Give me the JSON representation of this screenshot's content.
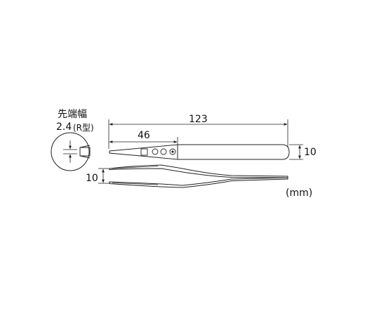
{
  "labels": {
    "tip_width_title": "先端幅",
    "tip_width_value": "2.4",
    "tip_width_type": "(R型)",
    "overall_length": "123",
    "tip_length": "46",
    "top_height": "10",
    "side_height": "10",
    "unit": "(mm)"
  },
  "colors": {
    "line": "#222222",
    "fill": "#ffffff"
  }
}
